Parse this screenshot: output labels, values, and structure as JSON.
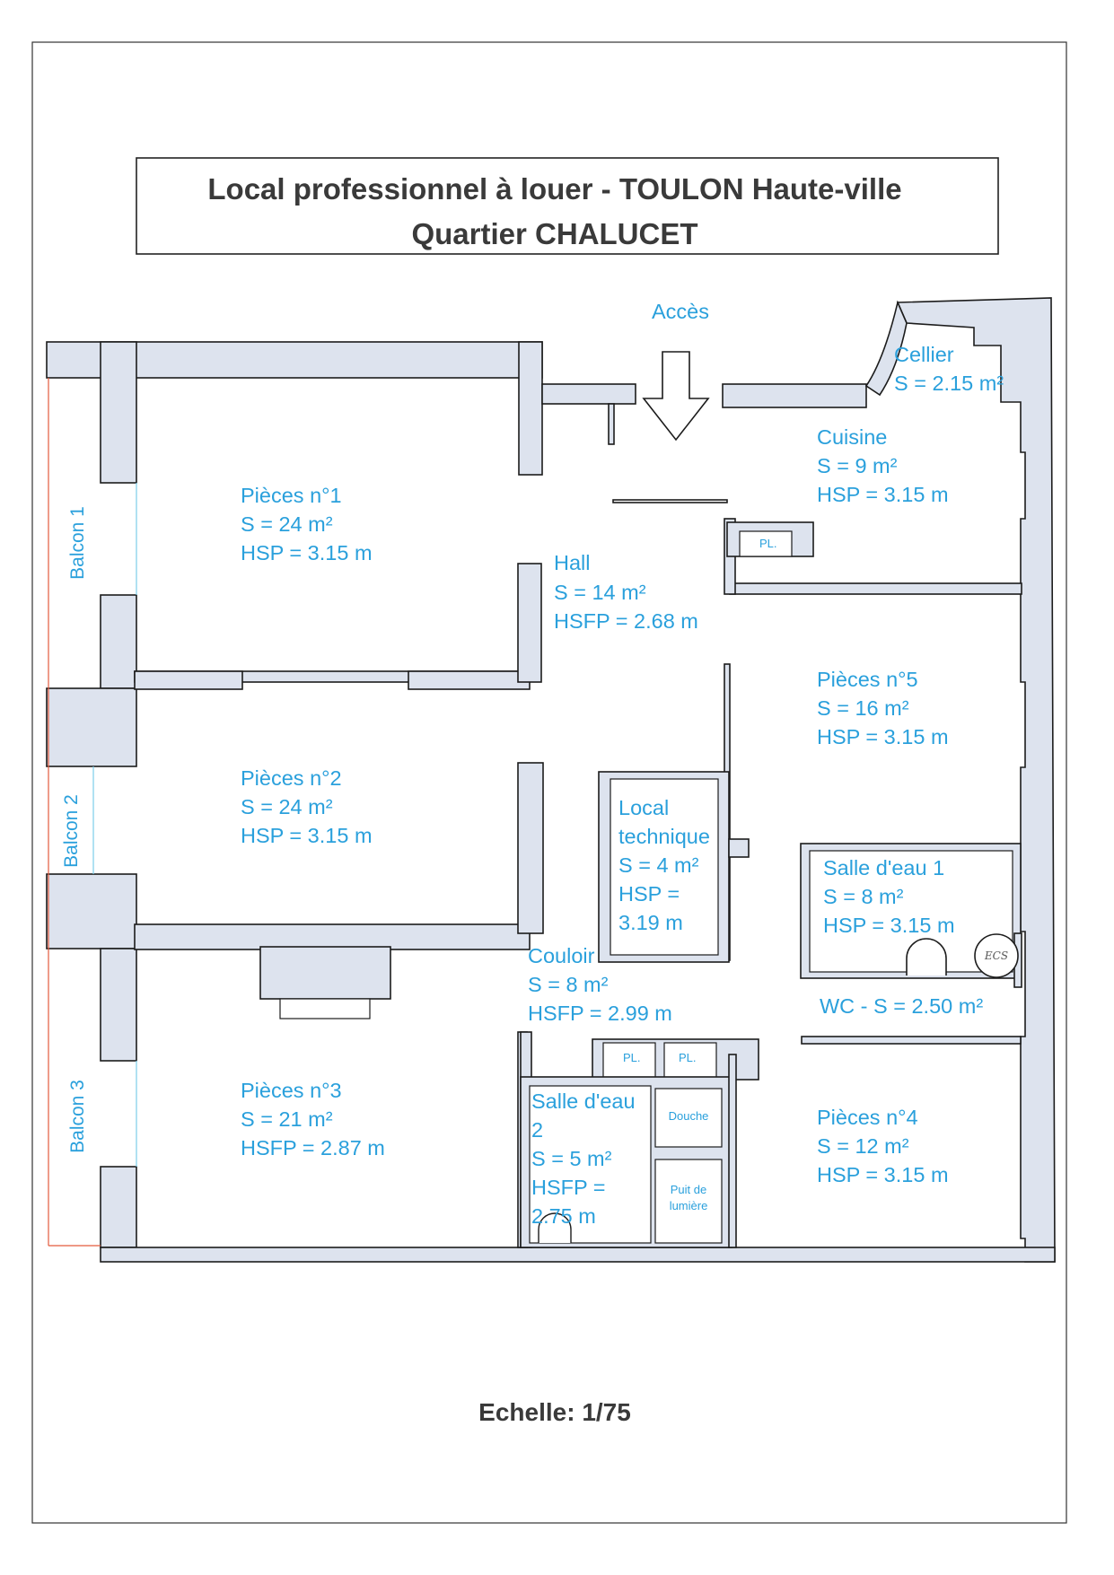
{
  "title": {
    "line1": "Local professionnel à louer - TOULON Haute-ville",
    "line2": "Quartier CHALUCET"
  },
  "access_label": "Accès",
  "scale_label": "Echelle: 1/75",
  "balconies": [
    "Balcon 1",
    "Balcon 2",
    "Balcon 3"
  ],
  "rooms": {
    "piece1": {
      "name": "Pièces n°1",
      "area": "S = 24 m²",
      "height": "HSP = 3.15 m"
    },
    "piece2": {
      "name": "Pièces n°2",
      "area": "S = 24 m²",
      "height": "HSP = 3.15 m"
    },
    "piece3": {
      "name": "Pièces n°3",
      "area": "S = 21 m²",
      "height": "HSFP = 2.87 m"
    },
    "piece4": {
      "name": "Pièces n°4",
      "area": "S = 12 m²",
      "height": "HSP = 3.15 m"
    },
    "piece5": {
      "name": "Pièces n°5",
      "area": "S = 16 m²",
      "height": "HSP = 3.15 m"
    },
    "hall": {
      "name": "Hall",
      "area": "S = 14 m²",
      "height": "HSFP = 2.68 m"
    },
    "cuisine": {
      "name": "Cuisine",
      "area": "S = 9 m²",
      "height": "HSP = 3.15 m"
    },
    "cellier": {
      "name": "Cellier",
      "area": "S = 2.15 m²"
    },
    "local_technique": {
      "name_1": "Local",
      "name_2": "technique",
      "area": "S = 4 m²",
      "height_1": "HSP =",
      "height_2": "3.19 m"
    },
    "salle_eau_1": {
      "name": "Salle d'eau 1",
      "area": "S = 8 m²",
      "height": "HSP = 3.15 m"
    },
    "wc": {
      "label": "WC - S = 2.50 m²"
    },
    "couloir": {
      "name": "Couloir",
      "area": "S = 8 m²",
      "height": "HSFP = 2.99 m"
    },
    "salle_eau_2": {
      "name_1": "Salle d'eau",
      "name_2": "2",
      "area": "S = 5 m²",
      "height_1": "HSFP =",
      "height_2": "2.75 m"
    }
  },
  "fixtures": {
    "pl": "PL.",
    "douche": "Douche",
    "puit_1": "Puit de",
    "puit_2": "lumière",
    "ecs": "ECS"
  }
}
